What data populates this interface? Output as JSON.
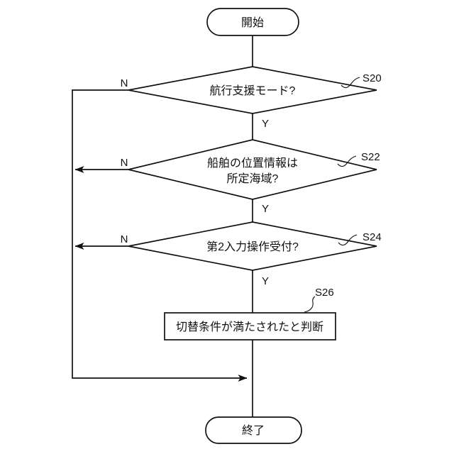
{
  "page": {
    "background": "#ffffff",
    "line_color": "#111111"
  },
  "flowchart": {
    "start": {
      "label": "開始"
    },
    "end": {
      "label": "終了"
    },
    "decisions": [
      {
        "step_id": "S20",
        "lines": [
          "航行支援モード?"
        ],
        "yes": "Y",
        "no": "N"
      },
      {
        "step_id": "S22",
        "lines": [
          "船舶の位置情報は",
          "所定海域?"
        ],
        "yes": "Y",
        "no": "N"
      },
      {
        "step_id": "S24",
        "lines": [
          "第2入力操作受付?"
        ],
        "yes": "Y",
        "no": "N"
      }
    ],
    "process": {
      "step_id": "S26",
      "label": "切替条件が満たされたと判断"
    }
  }
}
